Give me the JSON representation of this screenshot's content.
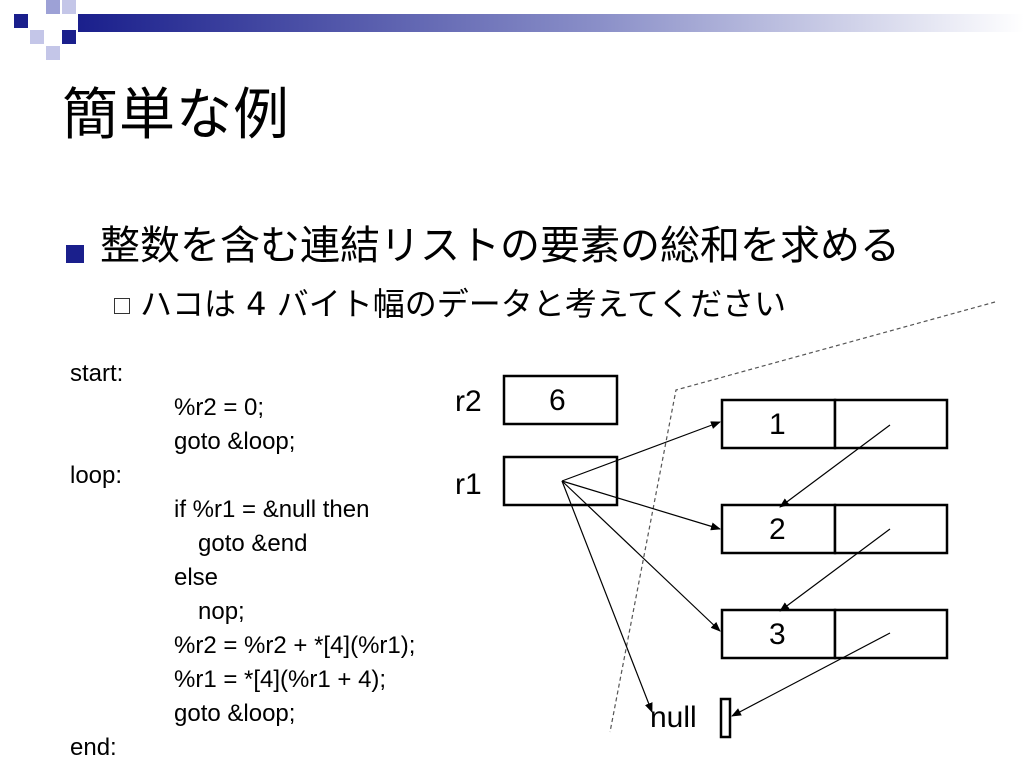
{
  "slide": {
    "title": "簡単な例",
    "bullet": "整数を含む連結リストの要素の総和を求める",
    "sub_bullet": "ハコは 4 バイト幅のデータと考えてください"
  },
  "code": [
    "start:",
    "%r2 = 0;",
    "goto &loop;",
    "loop:",
    "if %r1 = &null then",
    "goto &end",
    "else",
    "nop;",
    "%r2 = %r2 + *[4](%r1);",
    "%r1 = *[4](%r1 + 4);",
    "goto &loop;",
    "end:"
  ],
  "diagram": {
    "register_r2_label": "r2",
    "register_r2_value": "6",
    "register_r1_label": "r1",
    "register_r1_value": "",
    "nodes": [
      "1",
      "2",
      "3"
    ],
    "null_label": "null"
  }
}
